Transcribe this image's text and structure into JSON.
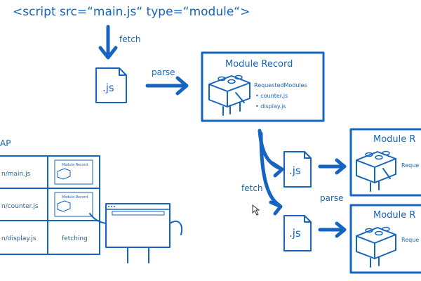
{
  "code_line": "<script src=“main.js“ type=“module“>",
  "labels": {
    "fetch_top": "fetch",
    "parse_top": "parse",
    "fetch_bottom": "fetch",
    "parse_bottom": "parse",
    "js": ".js"
  },
  "module_record_main": {
    "title": "Module Record",
    "requested_label": "RequestedModules",
    "modules": [
      "• counter.js",
      "• display.js"
    ]
  },
  "module_record_right_top": {
    "title": "Module R",
    "requested_partial": "Reque"
  },
  "module_record_right_bottom": {
    "title": "Module R",
    "requested_partial": "Reque"
  },
  "map_table": {
    "title": "AP",
    "rows": [
      {
        "url": "n/main.js",
        "cell": "Module Record"
      },
      {
        "url": "n/counter.js",
        "cell": "Module Record"
      },
      {
        "url": "n/display.js",
        "cell": "fetching"
      }
    ]
  },
  "colors": {
    "ink": "#1565c0",
    "background": "#ffffff"
  },
  "icons": [
    "arrow-icon",
    "file-icon",
    "lego-brick-icon",
    "browser-window-icon",
    "mouse-cursor-icon"
  ]
}
